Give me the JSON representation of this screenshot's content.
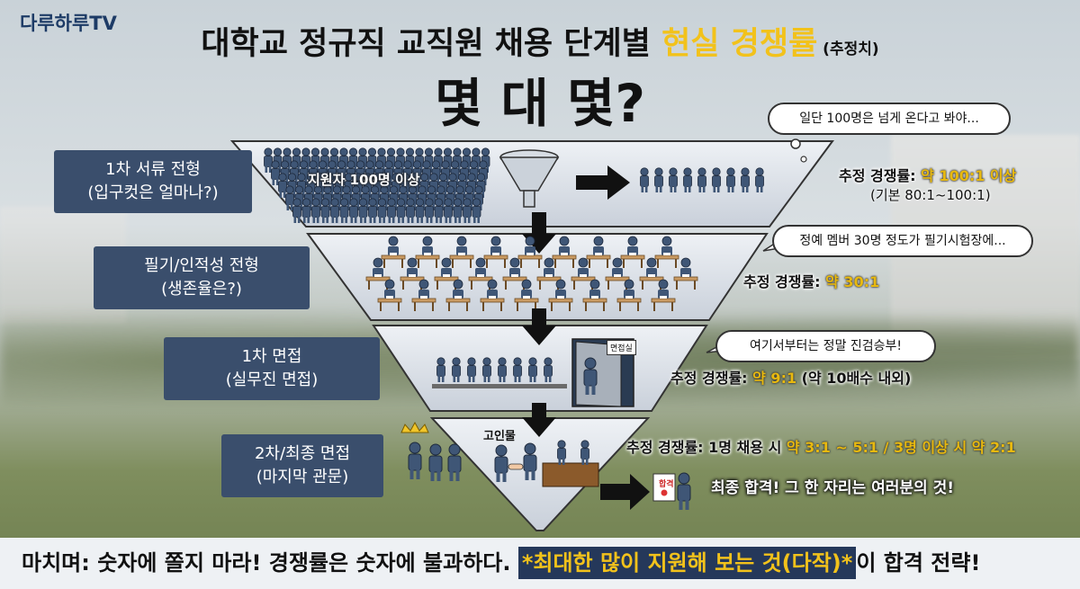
{
  "brand": "다루하루TV",
  "title": {
    "main_prefix": "대학교 정규직 교직원 채용 단계별 ",
    "main_highlight": "현실 경쟁률",
    "main_suffix": " (추정치)",
    "sub": "몇 대 몇?"
  },
  "stages": [
    {
      "label_line1": "1차 서류 전형",
      "label_line2": "(입구컷은 얼마나?)",
      "bubble": "일단 100명은 넘게 온다고 봐야...",
      "rate_prefix": "추정 경쟁률: ",
      "rate_value": "약 100:1 이상",
      "rate_sub": "(기본 80:1~100:1)",
      "inner_text": "지원자 100명 이상"
    },
    {
      "label_line1": "필기/인적성 전형",
      "label_line2": "(생존율은?)",
      "bubble": "정예 멤버 30명 정도가 필기시험장에...",
      "rate_prefix": "추정 경쟁률: ",
      "rate_value": "약 30:1"
    },
    {
      "label_line1": "1차 면접",
      "label_line2": "(실무진 면접)",
      "bubble": "여기서부터는 정말 진검승부!",
      "rate_prefix": "추정 경쟁률: ",
      "rate_value": "약 9:1",
      "rate_suffix": " (약 10배수 내외)",
      "room_sign": "면접실"
    },
    {
      "label_line1": "2차/최종 면접",
      "label_line2": "(마지막 관문)",
      "rate_prefix": "추정 경쟁률: 1명 채용 시 ",
      "rate_value": "약 3:1 ~ 5:1 / 3명 이상 시 약 2:1",
      "inner_text": "고인물",
      "final_text": "최종 합격! 그 한 자리는 여러분의 것!",
      "certificate_text": "합격"
    }
  ],
  "footer": {
    "prefix": "마치며: 숫자에 쫄지 마라! 경쟁률은 숫자에 불과하다. ",
    "highlight": "*최대한 많이 지원해 보는 것(다작)*",
    "suffix": "이 합격 전략!"
  },
  "colors": {
    "label_bg": "#3a4e6c",
    "highlight_yellow": "#f2c21b",
    "funnel_band": "#e4e8ee",
    "person": "#3f5676"
  },
  "icons": [
    "funnel-icon",
    "arrow-right-icon",
    "arrow-down-icon",
    "crown-icon",
    "door-icon",
    "handshake-icon",
    "desk-icon",
    "certificate-icon",
    "sparkle-icon"
  ]
}
